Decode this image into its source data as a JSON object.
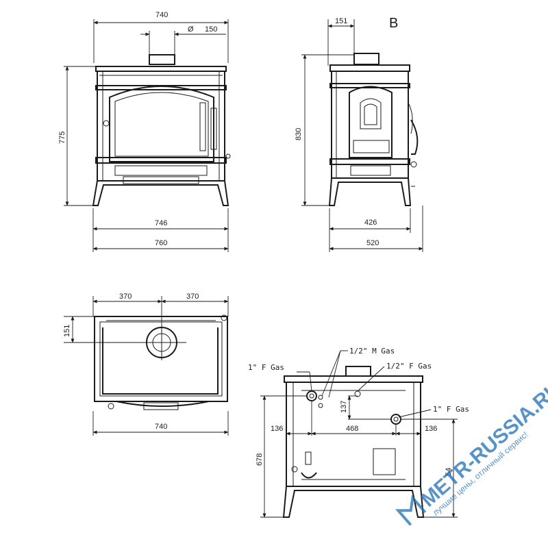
{
  "view_label": "B",
  "front_view": {
    "width_top": "740",
    "flue_diameter_symbol": "Ø",
    "flue_diameter": "150",
    "height": "775",
    "width_legs": "746",
    "width_total": "760"
  },
  "side_view": {
    "flue_offset": "151",
    "height": "830",
    "depth_legs": "426",
    "depth_total": "520"
  },
  "top_view": {
    "left_half": "370",
    "right_half": "370",
    "flue_offset": "151",
    "width": "740"
  },
  "rear_view": {
    "label_1in_f_gas_left": "1\" F Gas",
    "label_half_m_gas": "1/2\" M Gas",
    "label_half_f_gas": "1/2\" F Gas",
    "label_1in_f_gas_right": "1\" F Gas",
    "height_left": "678",
    "left_offset": "136",
    "center_width": "468",
    "right_offset": "136",
    "vertical_offset": "137",
    "height_right": "54"
  },
  "watermark": {
    "brand": "METR-RUSSIA.RU",
    "slogan": "лучшие цены, отличный сервис!",
    "color": "#1f6fb5"
  }
}
